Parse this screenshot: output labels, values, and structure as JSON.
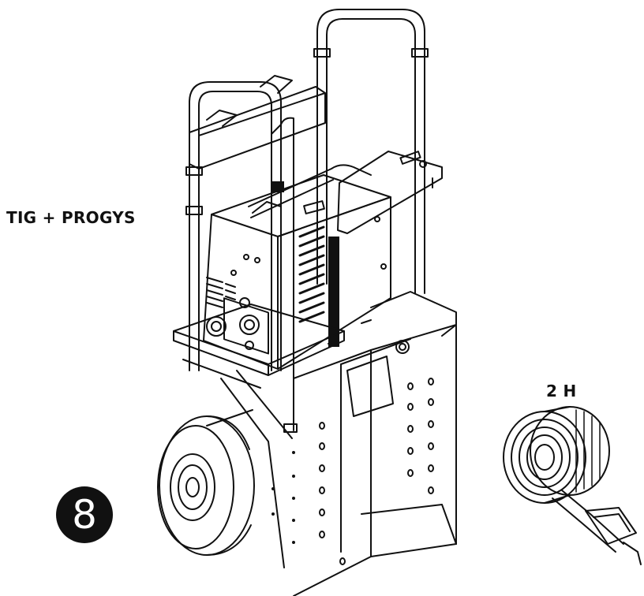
{
  "labels": {
    "product": "TIG + PROGYS",
    "strap_quantity": "2 H"
  },
  "step": {
    "number": "8"
  },
  "colors": {
    "ink": "#111111",
    "paper": "#ffffff"
  },
  "icons": [
    "trolley-illustration",
    "welder-unit-illustration",
    "strap-roll-illustration",
    "ratchet-buckle-illustration"
  ]
}
